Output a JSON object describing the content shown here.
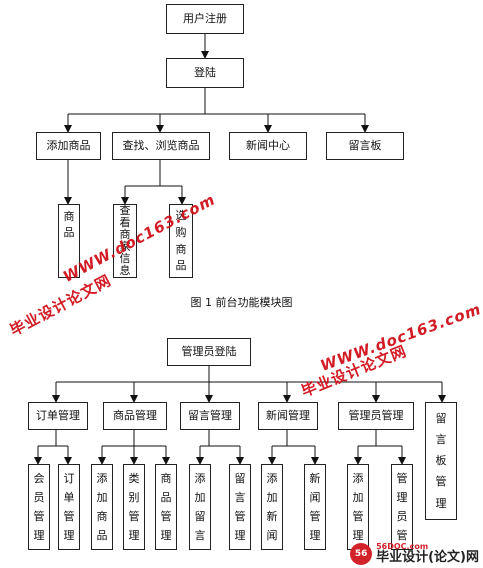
{
  "top": {
    "register": "用户注册",
    "login": "登陆",
    "modules": [
      "添加商品",
      "查找、浏览商品",
      "新闻中心",
      "留言板"
    ],
    "sub_product": [
      "商",
      "品"
    ],
    "sub_merchant": [
      "查",
      "看",
      "商",
      "家",
      "信",
      "息"
    ],
    "sub_purchase": [
      "选",
      "购",
      "商",
      "品"
    ]
  },
  "caption": "图 1  前台功能模块图",
  "admin": {
    "login": "管理员登陆",
    "modules": [
      "订单管理",
      "商品管理",
      "留言管理",
      "新闻管理",
      "管理员管理"
    ],
    "board": [
      "留",
      "言",
      "板",
      "管",
      "理"
    ],
    "leaves": [
      [
        "会",
        "员",
        "管",
        "理"
      ],
      [
        "订",
        "单",
        "管",
        "理"
      ],
      [
        "添",
        "加",
        "商",
        "品"
      ],
      [
        "类",
        "别",
        "管",
        "理"
      ],
      [
        "商",
        "品",
        "管",
        "理"
      ],
      [
        "添",
        "加",
        "留",
        "言"
      ],
      [
        "留",
        "言",
        "管",
        "理"
      ],
      [
        "添",
        "加",
        "新",
        "闻"
      ],
      [
        "新",
        "闻",
        "管",
        "理"
      ],
      [
        "添",
        "加",
        "管",
        "理"
      ],
      [
        "管",
        "理",
        "员",
        "管"
      ]
    ]
  },
  "watermarks": {
    "url": "WWW.doc163.com",
    "cn": "毕业设计论文网"
  },
  "brand": {
    "logo": "56",
    "url": "56DOC.com",
    "name": "毕业设计(论文)网"
  }
}
